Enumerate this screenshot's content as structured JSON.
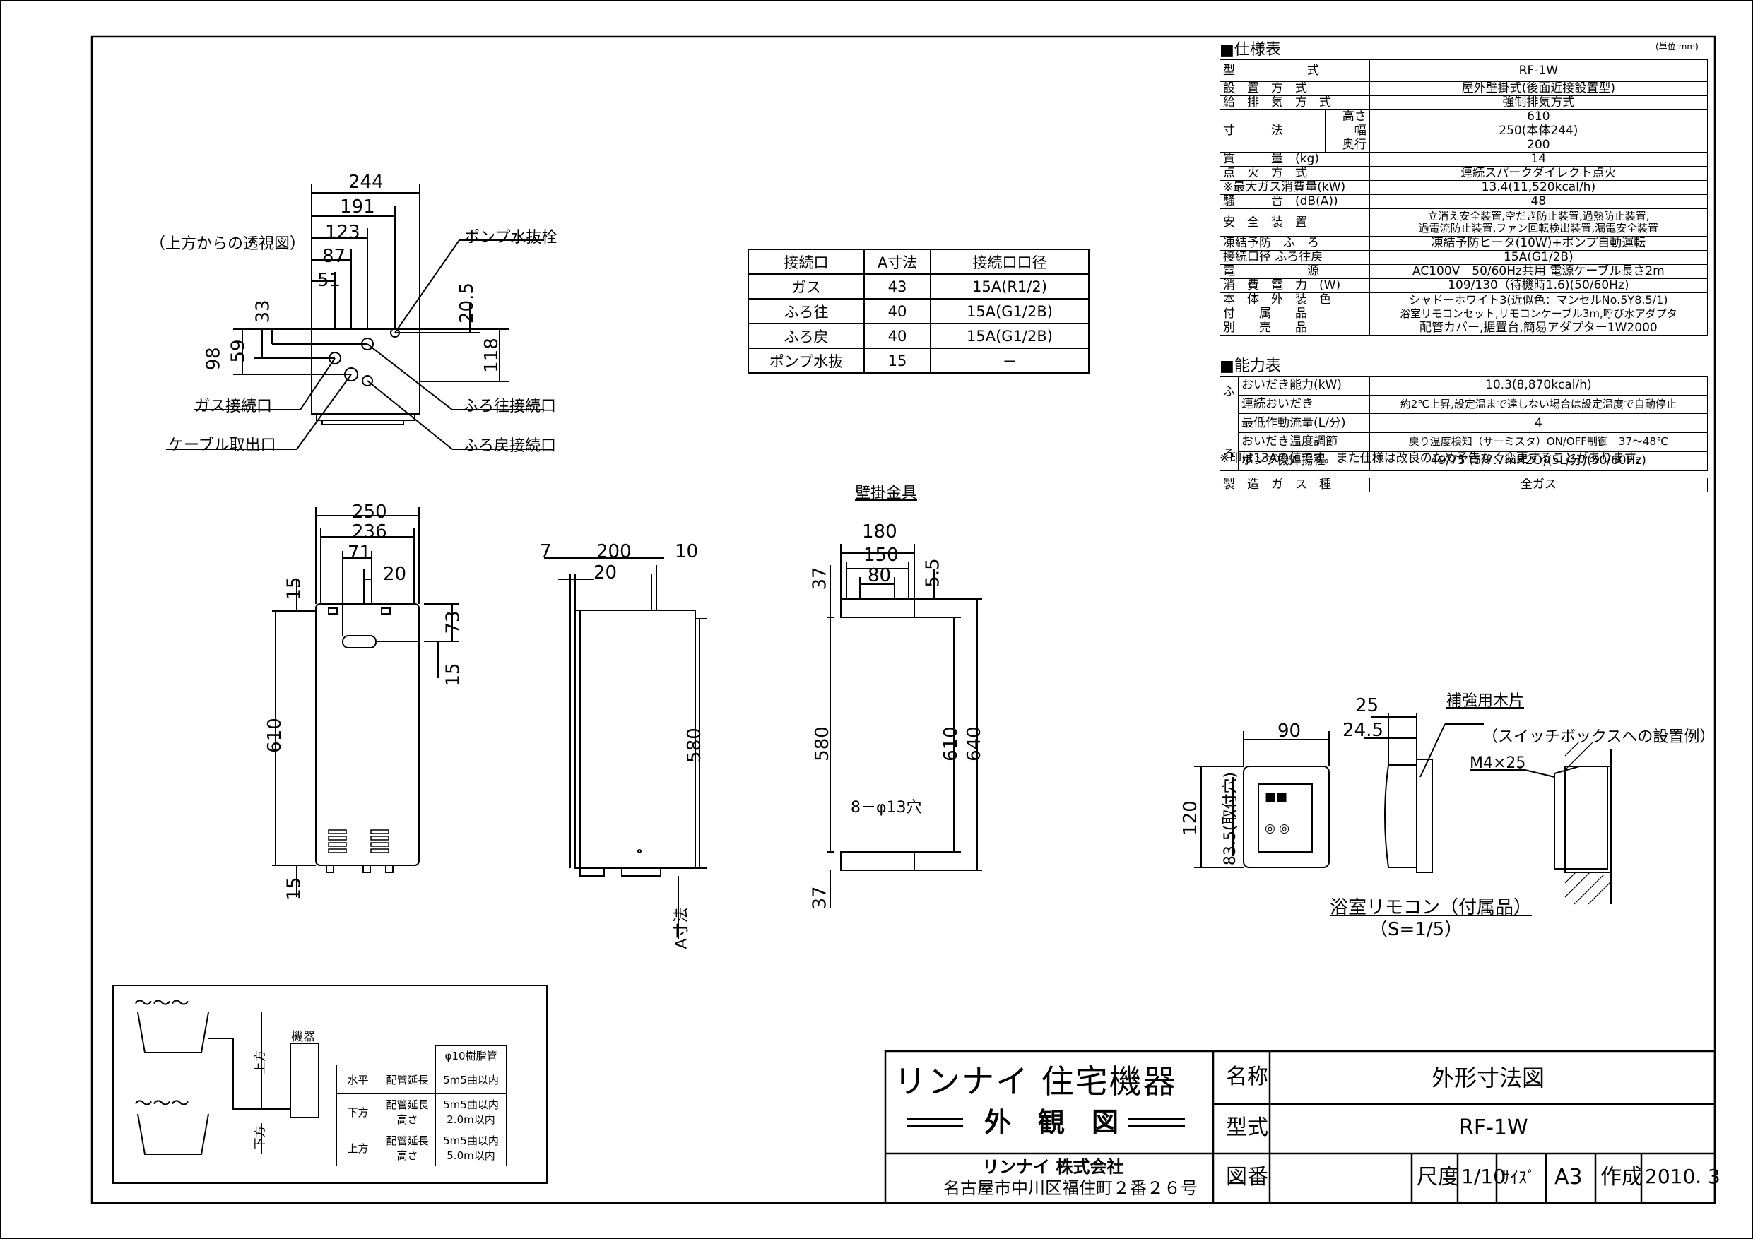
{
  "drawing": {
    "top_view": {
      "caption": "（上方からの透視図）",
      "dims": [
        "244",
        "191",
        "123",
        "87",
        "51",
        "33",
        "98",
        "59",
        "20.5",
        "118"
      ],
      "callouts": {
        "pump_drain": "ポンプ水抜栓",
        "gas_port": "ガス接続口",
        "cable_outlet": "ケーブル取出口",
        "supply_port": "ふろ往接続口",
        "return_port": "ふろ戻接続口"
      }
    },
    "front_view": {
      "dims": [
        "250",
        "236",
        "71",
        "20",
        "15",
        "73",
        "15",
        "610",
        "15"
      ]
    },
    "side_view": {
      "dims": [
        "7",
        "200",
        "10",
        "20",
        "580"
      ],
      "a_label": "A寸法"
    },
    "bracket_view": {
      "title": "壁掛金具",
      "dims": [
        "180",
        "150",
        "80",
        "5.5",
        "37",
        "580",
        "610",
        "640",
        "37"
      ],
      "holes": "8－φ13穴"
    },
    "remote_view": {
      "dims": [
        "90",
        "25",
        "24.5",
        "120",
        "83.5(取付穴)"
      ],
      "reinforcement": "補強用木片",
      "switchbox_note": "（スイッチボックスへの設置例）",
      "screw": "M4×25",
      "caption1": "浴室リモコン（付属品）",
      "caption2": "（S=1/5）"
    }
  },
  "connections": {
    "headers": [
      "接続口",
      "A寸法",
      "接続口口径"
    ],
    "rows": [
      [
        "ガス",
        "43",
        "15A(R1/2)"
      ],
      [
        "ふろ往",
        "40",
        "15A(G1/2B)"
      ],
      [
        "ふろ戻",
        "40",
        "15A(G1/2B)"
      ],
      [
        "ポンプ水抜",
        "15",
        "－"
      ]
    ]
  },
  "spec": {
    "title": "■仕様表",
    "unit": "(単位:mm)",
    "model_label": "型　　　　　　式",
    "model": "RF-1W",
    "rows": [
      [
        "設　置　方　式",
        "屋外壁掛式(後面近接設置型)"
      ],
      [
        "給　排　気　方　式",
        "強制排気方式"
      ]
    ],
    "dims_label": "寸　　　法",
    "dims": [
      [
        "高さ",
        "610"
      ],
      [
        "幅",
        "250(本体244)"
      ],
      [
        "奥行",
        "200"
      ]
    ],
    "rows2": [
      [
        "質　　　量　(kg)",
        "14"
      ],
      [
        "点　火　方　式",
        "連続スパークダイレクト点火"
      ],
      [
        "※最大ガス消費量(kW)",
        "13.4(11,520kcal/h)"
      ],
      [
        "騒　　　音　(dB(A))",
        "48"
      ],
      [
        "安　全　装　置",
        "立消え安全装置,空だき防止装置,過熱防止装置,\n過電流防止装置,ファン回転検出装置,漏電安全装置"
      ],
      [
        "凍結予防　ふ　ろ",
        "凍結予防ヒータ(10W)+ポンプ自動運転"
      ],
      [
        "接続口径 ふろ往戻",
        "15A(G1/2B)"
      ],
      [
        "電　　　　　　源",
        "AC100V　50/60Hz共用 電源ケーブル長さ2m"
      ],
      [
        "消　費　電　力　(W)",
        "109/130（待機時1.6)(50/60Hz)"
      ],
      [
        "本　体　外　装　色",
        "シャドーホワイト3(近似色：マンセルNo.5Y8.5/1)"
      ],
      [
        "付　　属　　品",
        "浴室リモコンセット,リモコンケーブル3m,呼び水アダプタ"
      ],
      [
        "別　　売　　品",
        "配管カバー,据置台,簡易アダプター1W2000"
      ]
    ],
    "perf_title": "■能力表",
    "perf_side": [
      "ふ",
      "ろ"
    ],
    "perf": [
      [
        "おいだき能力(kW)",
        "10.3(8,870kcal/h)"
      ],
      [
        "連続おいだき",
        "約2℃上昇,設定温まで達しない場合は設定温度で自動停止"
      ],
      [
        "最低作動流量(L/分)",
        "4"
      ],
      [
        "おいだき温度調節",
        "戻り温度検知（サーミスタ）ON/OFF制御　37～48℃"
      ],
      [
        "ポンプ機外揚程",
        "49/75 (5/7.7mH2O)(5L/分)(50/60Hz)"
      ]
    ],
    "note": "※印は13Aの値です。また仕様は改良のため予告なく変更することがあります。",
    "gas_label": "製　造　ガ　ス　種",
    "gas_value": "全ガス"
  },
  "piping": {
    "device_label": "機器",
    "up_label": "上方",
    "down_label": "下方",
    "header": "φ10樹脂管",
    "rows": [
      [
        "水平",
        "配管延長",
        "5m5曲以内"
      ],
      [
        "下方",
        "配管延長\n高さ",
        "5m5曲以内\n2.0m以内"
      ],
      [
        "上方",
        "配管延長\n高さ",
        "5m5曲以内\n5.0m以内"
      ]
    ]
  },
  "title_block": {
    "brand": "リンナイ 住宅機器",
    "kind": "外　観　図",
    "company": "リンナイ 株式会社",
    "address": "名古屋市中川区福住町２番２６号",
    "name_label": "名称",
    "name_value": "外形寸法図",
    "model_label": "型式",
    "model_value": "RF-1W",
    "drawing_no_label": "図番",
    "scale_label": "尺度",
    "scale_value": "1/10",
    "size_label": "ｻｲｽﾞ",
    "size_value": "A3",
    "made_label": "作成",
    "made_value": "2010. 3"
  }
}
